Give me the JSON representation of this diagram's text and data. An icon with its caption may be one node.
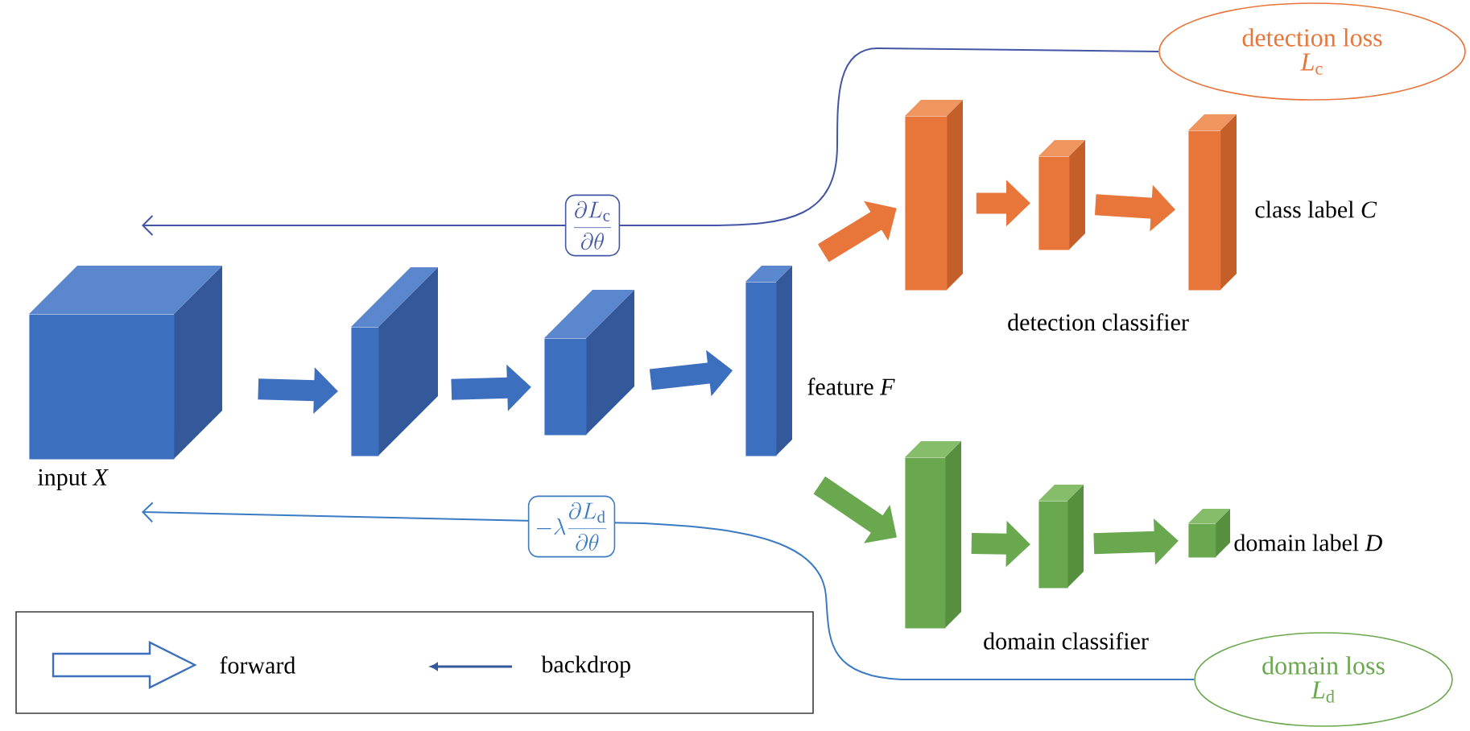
{
  "diagram": {
    "nodes": [
      {
        "text": [],
        "shape": "box",
        "beside": [
          "input *X*"
        ]
      },
      {
        "text": [],
        "shape": "box"
      },
      {
        "text": [],
        "shape": "box"
      },
      {
        "text": [],
        "shape": "box",
        "beside": [
          "feature *F*"
        ]
      },
      {
        "text": [],
        "shape": "box"
      },
      {
        "text": [],
        "shape": "box"
      },
      {
        "text": [],
        "shape": "box",
        "beside": [
          "class label *C*"
        ]
      },
      {
        "text": [],
        "shape": "box"
      },
      {
        "text": [],
        "shape": "box"
      },
      {
        "text": [],
        "shape": "box",
        "beside": [
          "domain label *D*"
        ]
      },
      {
        "text": [
          "detection loss",
          "*L*$_{c}$"
        ]
      },
      {
        "text": [
          "domain loss",
          "*L*$_{d}$"
        ]
      }
    ],
    "edges": [
      {
        "from": 0,
        "to": 1,
        "arrow": "to",
        "color": "#3d6fbf"
      },
      {
        "from": 1,
        "to": 2,
        "arrow": "to",
        "color": "#3d6fbf"
      },
      {
        "from": 2,
        "to": 3,
        "arrow": "to",
        "color": "#3d6fbf"
      },
      {
        "from": 3,
        "to": 4,
        "arrow": "to",
        "color": "#e8763a"
      },
      {
        "from": 4,
        "to": 5,
        "arrow": "to",
        "color": "#e8763a"
      },
      {
        "from": 5,
        "to": 6,
        "arrow": "to",
        "color": "#e8763a"
      },
      {
        "from": 3,
        "to": 7,
        "arrow": "to",
        "color": "#6aa84f"
      },
      {
        "from": 7,
        "to": 8,
        "arrow": "to",
        "color": "#6aa84f"
      },
      {
        "from": 8,
        "to": 9,
        "arrow": "to",
        "color": "#6aa84f"
      },
      {
        "from": 10,
        "to": null,
        "arrow": "to",
        "color": "#4356a6",
        "label": "\\frac{\\partial L_{\\mathrm{c}}}{\\partial\\theta}"
      },
      {
        "from": 11,
        "to": null,
        "arrow": "to",
        "color": "#3b7bc4",
        "label": "-\\lambda\\frac{\\partial L_{\\mathrm{d}}}{\\partial\\theta}"
      }
    ],
    "labels": [
      "detection classifier",
      "domain classifier"
    ],
    "legend": [
      {
        "text": "forward"
      },
      {
        "text": "backdrop"
      }
    ]
  }
}
